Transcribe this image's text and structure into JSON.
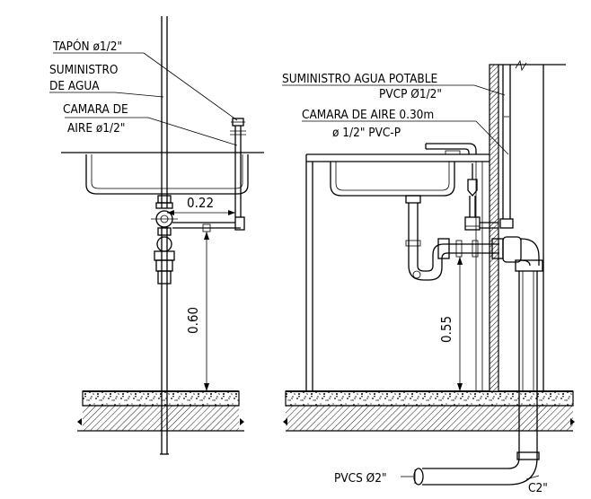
{
  "left_view": {
    "labels": {
      "tapon": "TAPÓN ø1/2\"",
      "suministro_line1": "SUMINISTRO",
      "suministro_line2": "DE AGUA",
      "camara_line1": "CAMARA DE",
      "camara_line2": "AIRE ø1/2\""
    },
    "dimensions": {
      "horizontal": "0.22",
      "vertical": "0.60"
    }
  },
  "right_view": {
    "labels": {
      "suministro_line1": "SUMINISTRO AGUA POTABLE",
      "suministro_line2": "PVCP Ø1/2\"",
      "camara_line1": "CAMARA DE AIRE 0.30m",
      "camara_line2": "ø 1/2\" PVC-P",
      "pvcs": "PVCS Ø2\"",
      "c2": "C2\""
    },
    "dimensions": {
      "vertical": "0.55"
    }
  },
  "colors": {
    "line": "#000000",
    "background": "#ffffff"
  }
}
